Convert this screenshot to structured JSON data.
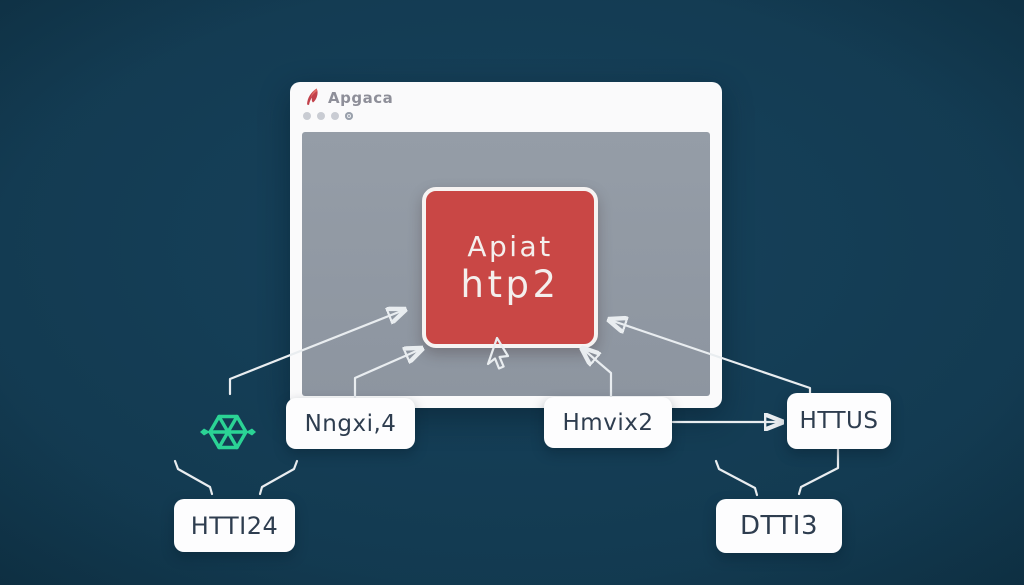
{
  "theme": {
    "background": "#12394f",
    "accent_red": "#c94745",
    "accent_green": "#2bd395",
    "content_gray": "#8f97a1",
    "line_color": "#e9edf0"
  },
  "browser_window": {
    "title": "Apgaca",
    "logo_icon": "feather-logo-icon",
    "toolbar_dot_count": 4
  },
  "red_box": {
    "line1": "Apiat",
    "line2": "htp2"
  },
  "labels": {
    "nginx": "Nngxi,4",
    "hmvix": "Hmvix2",
    "httus": "HTTUS",
    "htti24": "HTTI24",
    "dtti3": "DTTI3"
  },
  "icons": {
    "cluster": "hexagon-cluster-icon",
    "cursor": "mouse-cursor-icon"
  }
}
